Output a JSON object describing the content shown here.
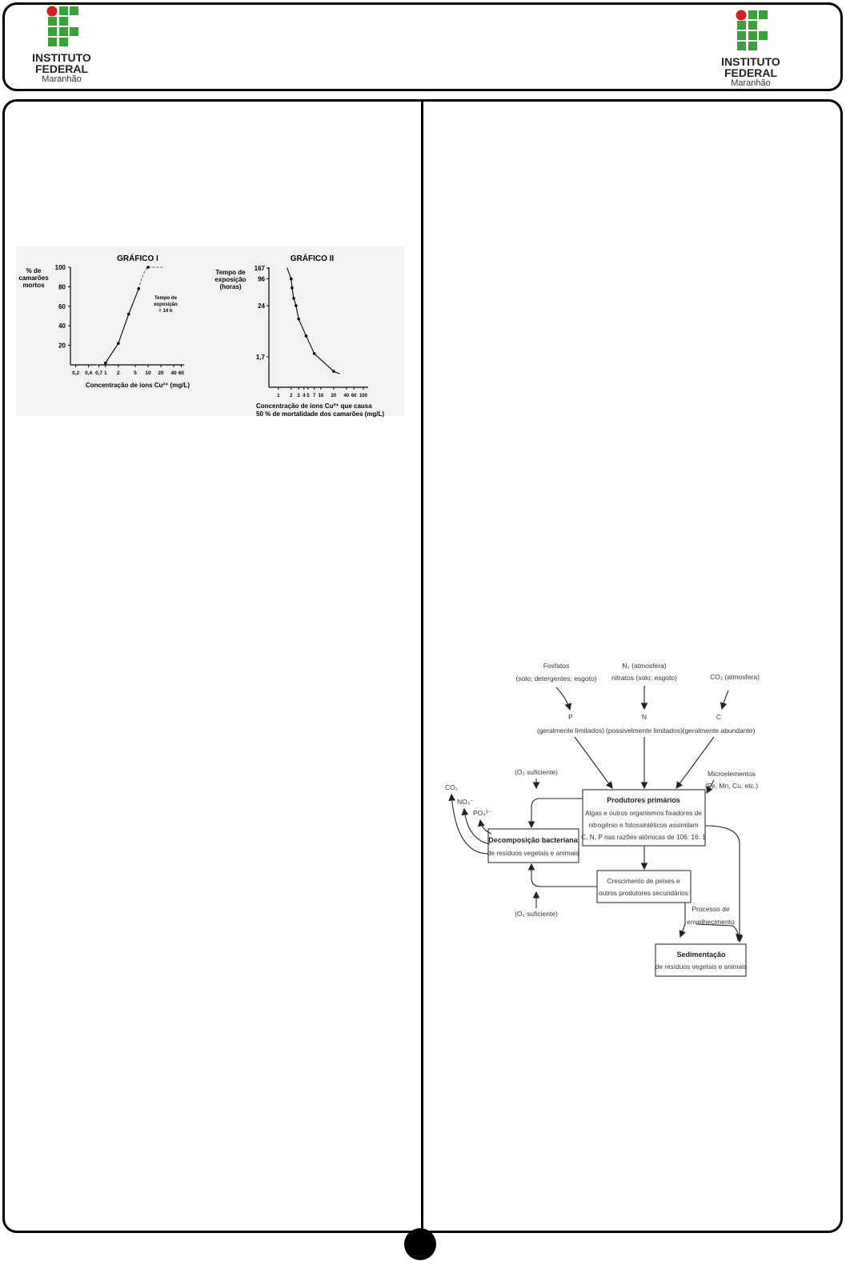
{
  "header": {
    "logo_left": {
      "line1": "INSTITUTO",
      "line2": "FEDERAL",
      "line3": "Maranhão",
      "colors": {
        "green": "#3aa03a",
        "red": "#d21f26"
      }
    },
    "logo_right": {
      "line1": "INSTITUTO",
      "line2": "FEDERAL",
      "line3": "Maranhão"
    }
  },
  "chart_data": [
    {
      "type": "line",
      "title": "GRÁFICO I",
      "ylabel": "% de camarões mortos",
      "xlabel": "Concentração de íons Cu²⁺ (mg/L)",
      "x_scale": "log",
      "x_ticks": [
        "0,2",
        "0,4",
        "0,7",
        "1",
        "2",
        "5",
        "10",
        "20",
        "40",
        "60"
      ],
      "y_ticks": [
        "20",
        "40",
        "60",
        "80",
        "100"
      ],
      "ylim": [
        0,
        100
      ],
      "annotation": "Tempo de exposição = 14 h",
      "points": [
        {
          "x": 1,
          "y": 2
        },
        {
          "x": 2,
          "y": 22
        },
        {
          "x": 3.5,
          "y": 52
        },
        {
          "x": 6,
          "y": 78
        },
        {
          "x": 10,
          "y": 100
        }
      ]
    },
    {
      "type": "line",
      "title": "GRÁFICO II",
      "ylabel": "Tempo de exposição (horas)",
      "xlabel_line1": "Concentração de íons Cu²⁺ que causa",
      "xlabel_line2": "50 % de mortalidade dos camarões (mg/L)",
      "x_scale": "log",
      "y_scale": "log",
      "x_ticks": [
        "1",
        "2",
        "3",
        "4",
        "5",
        "7",
        "10",
        "20",
        "40",
        "60",
        "100"
      ],
      "y_ticks": [
        "167",
        "96",
        "24",
        "1,7"
      ],
      "points": [
        {
          "x": 2,
          "y": 96
        },
        {
          "x": 2.1,
          "y": 60
        },
        {
          "x": 2.3,
          "y": 35
        },
        {
          "x": 2.6,
          "y": 24
        },
        {
          "x": 3,
          "y": 12
        },
        {
          "x": 4.5,
          "y": 5
        },
        {
          "x": 7,
          "y": 2
        },
        {
          "x": 20,
          "y": 0.8
        }
      ]
    }
  ],
  "diagram": {
    "fosfatos": "Fosfatos",
    "fosfatos_sub": "(solo; detergentes; esgoto)",
    "n2": "N₂ (atmosfera)",
    "nitratos": "nitratos (solo; esgoto)",
    "co2_atm": "CO₂ (atmosfera)",
    "p": "P",
    "p_sub": "(geralmente limitados)",
    "n": "N",
    "n_sub": "(possivelmente limitados)",
    "c": "C",
    "c_sub": "(geralmente abundante)",
    "o2_top": "(O₂ suficiente)",
    "microelementos": "Microelementos",
    "microelementos_sub": "(Fe, Mn, Cu, etc.)",
    "co2": "CO₂",
    "no3": "NO₃⁻",
    "po4": "PO₄³⁻",
    "prod_title": "Produtores primários",
    "prod_line1": "Algas e outros organismos fixadores de",
    "prod_line2": "nitrogênio e fotossintéticos assimilam",
    "prod_line3": "C, N, P nas razões atômicas de 106: 16: 1",
    "decomp_title": "Decomposição bacteriana",
    "decomp_sub": "de resíduos vegetais e animais",
    "cresc_line1": "Crescimento de peixes e",
    "cresc_line2": "outros produtores secundários",
    "o2_bottom": "(O₂ suficiente)",
    "processo1": "Processo de",
    "processo2": "envelhecimento",
    "sed_title": "Sedimentação",
    "sed_sub": "de resíduos vegetais e animais"
  }
}
